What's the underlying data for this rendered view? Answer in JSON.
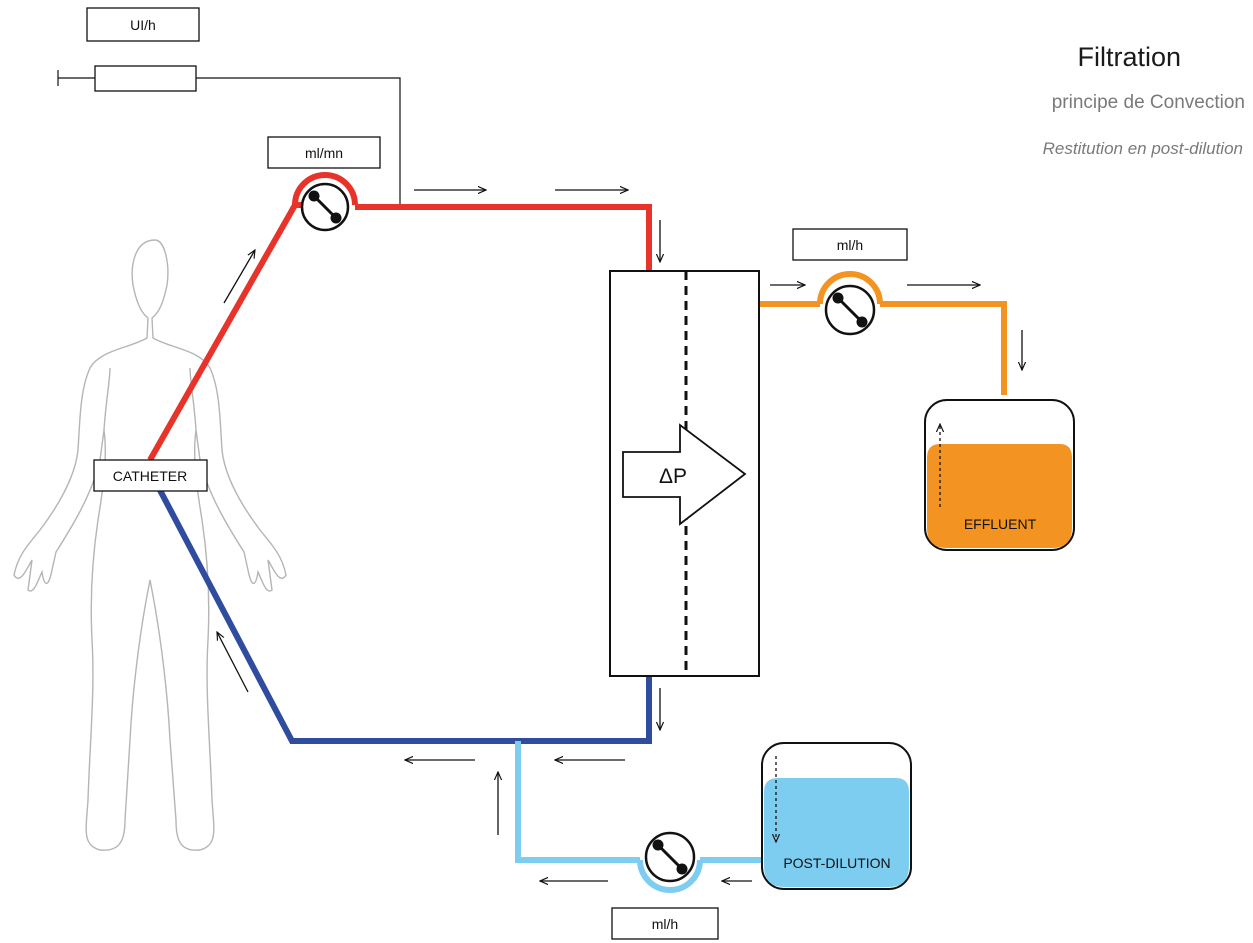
{
  "header": {
    "title": "Filtration",
    "subtitle": "principe de Convection",
    "note": "Restitution en post-dilution"
  },
  "labels": {
    "anticoag_rate": "UI/h",
    "blood_pump_rate": "ml/mn",
    "effluent_pump_rate": "ml/h",
    "postdilution_pump_rate": "ml/h",
    "catheter": "CATHETER",
    "delta_p": "ΔP",
    "effluent_bag": "EFFLUENT",
    "postdilution_bag": "POST-DILUTION"
  },
  "colors": {
    "arterial_line": "#e8332a",
    "venous_line": "#2f4c9e",
    "effluent_line": "#f39321",
    "postdilution_line": "#7dcdf0",
    "effluent_fluid": "#f39321",
    "postdilution_fluid": "#7dcdf0"
  },
  "icons": {
    "blood_pump": "roller-pump-icon",
    "effluent_pump": "roller-pump-icon",
    "postdilution_pump": "roller-pump-icon",
    "pressure_arrow": "block-arrow-icon"
  }
}
